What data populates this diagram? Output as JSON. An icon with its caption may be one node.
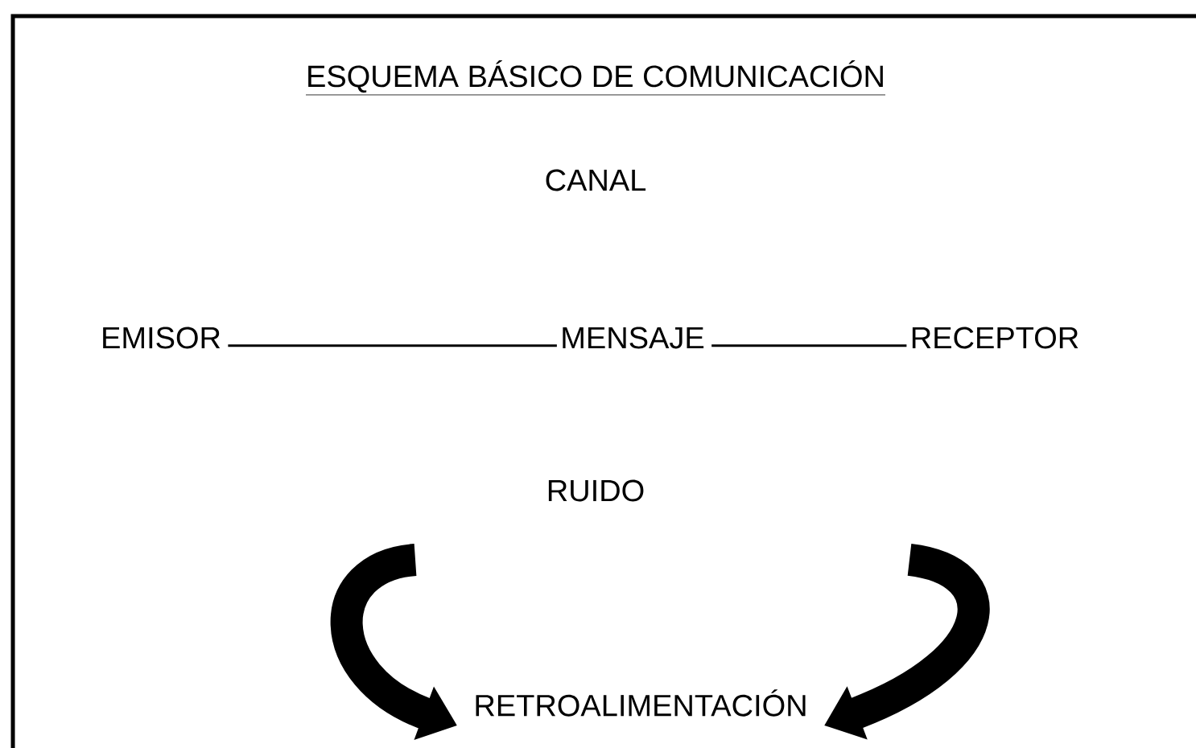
{
  "diagram": {
    "title": "ESQUEMA BÁSICO DE COMUNICACIÓN",
    "nodes": [
      {
        "text": [
          "EMISOR"
        ]
      },
      {
        "text": [
          "MENSAJE"
        ]
      },
      {
        "text": [
          "RECEPTOR"
        ]
      },
      {
        "text": [
          "RETROALIMENTACIÓN"
        ]
      }
    ],
    "edges": [
      {
        "from": 0,
        "to": 1,
        "arrow": "none"
      },
      {
        "from": 1,
        "to": 2,
        "arrow": "none"
      },
      {
        "from": null,
        "to": 3,
        "arrow": "to",
        "style": "thick"
      },
      {
        "from": null,
        "to": 3,
        "arrow": "to",
        "style": "thick"
      }
    ],
    "labels": [
      "CANAL",
      "RUIDO"
    ]
  }
}
